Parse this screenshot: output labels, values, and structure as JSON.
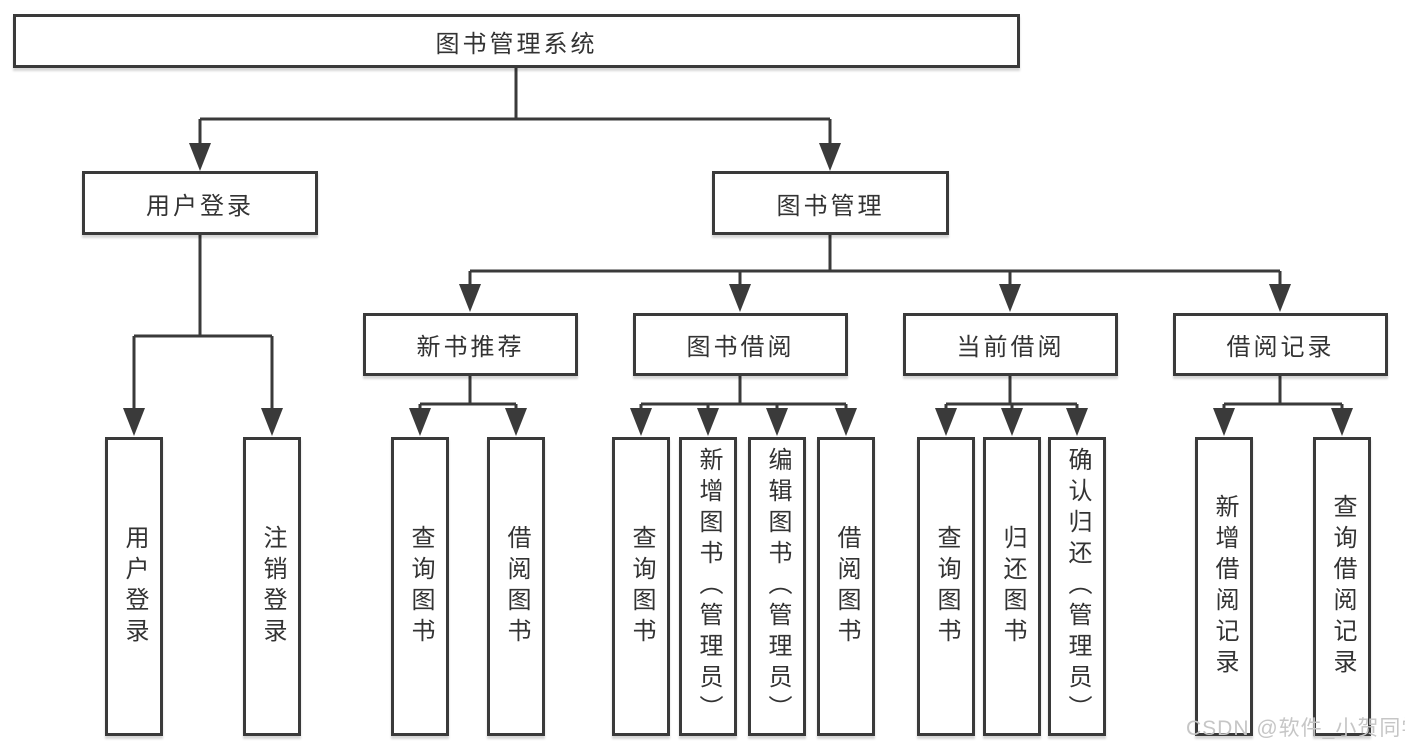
{
  "diagram": {
    "tree": {
      "root": {
        "label": "图书管理系统",
        "children": [
          {
            "label": "用户登录",
            "children": [
              {
                "label": "用户登录"
              },
              {
                "label": "注销登录"
              }
            ]
          },
          {
            "label": "图书管理",
            "children": [
              {
                "label": "新书推荐",
                "children": [
                  {
                    "label": "查询图书"
                  },
                  {
                    "label": "借阅图书"
                  }
                ]
              },
              {
                "label": "图书借阅",
                "children": [
                  {
                    "label": "查询图书"
                  },
                  {
                    "label": "新增图书（管理员）"
                  },
                  {
                    "label": "编辑图书（管理员）"
                  },
                  {
                    "label": "借阅图书"
                  }
                ]
              },
              {
                "label": "当前借阅",
                "children": [
                  {
                    "label": "查询图书"
                  },
                  {
                    "label": "归还图书"
                  },
                  {
                    "label": "确认归还（管理员）"
                  }
                ]
              },
              {
                "label": "借阅记录",
                "children": [
                  {
                    "label": "新增借阅记录"
                  },
                  {
                    "label": "查询借阅记录"
                  }
                ]
              }
            ]
          }
        ]
      }
    },
    "colors": {
      "line": "#3a3a3a",
      "text": "#333333",
      "background": "#ffffff",
      "watermark": "#c6c6c6"
    }
  },
  "watermark": {
    "text": "CSDN @软件_小贺同学"
  }
}
